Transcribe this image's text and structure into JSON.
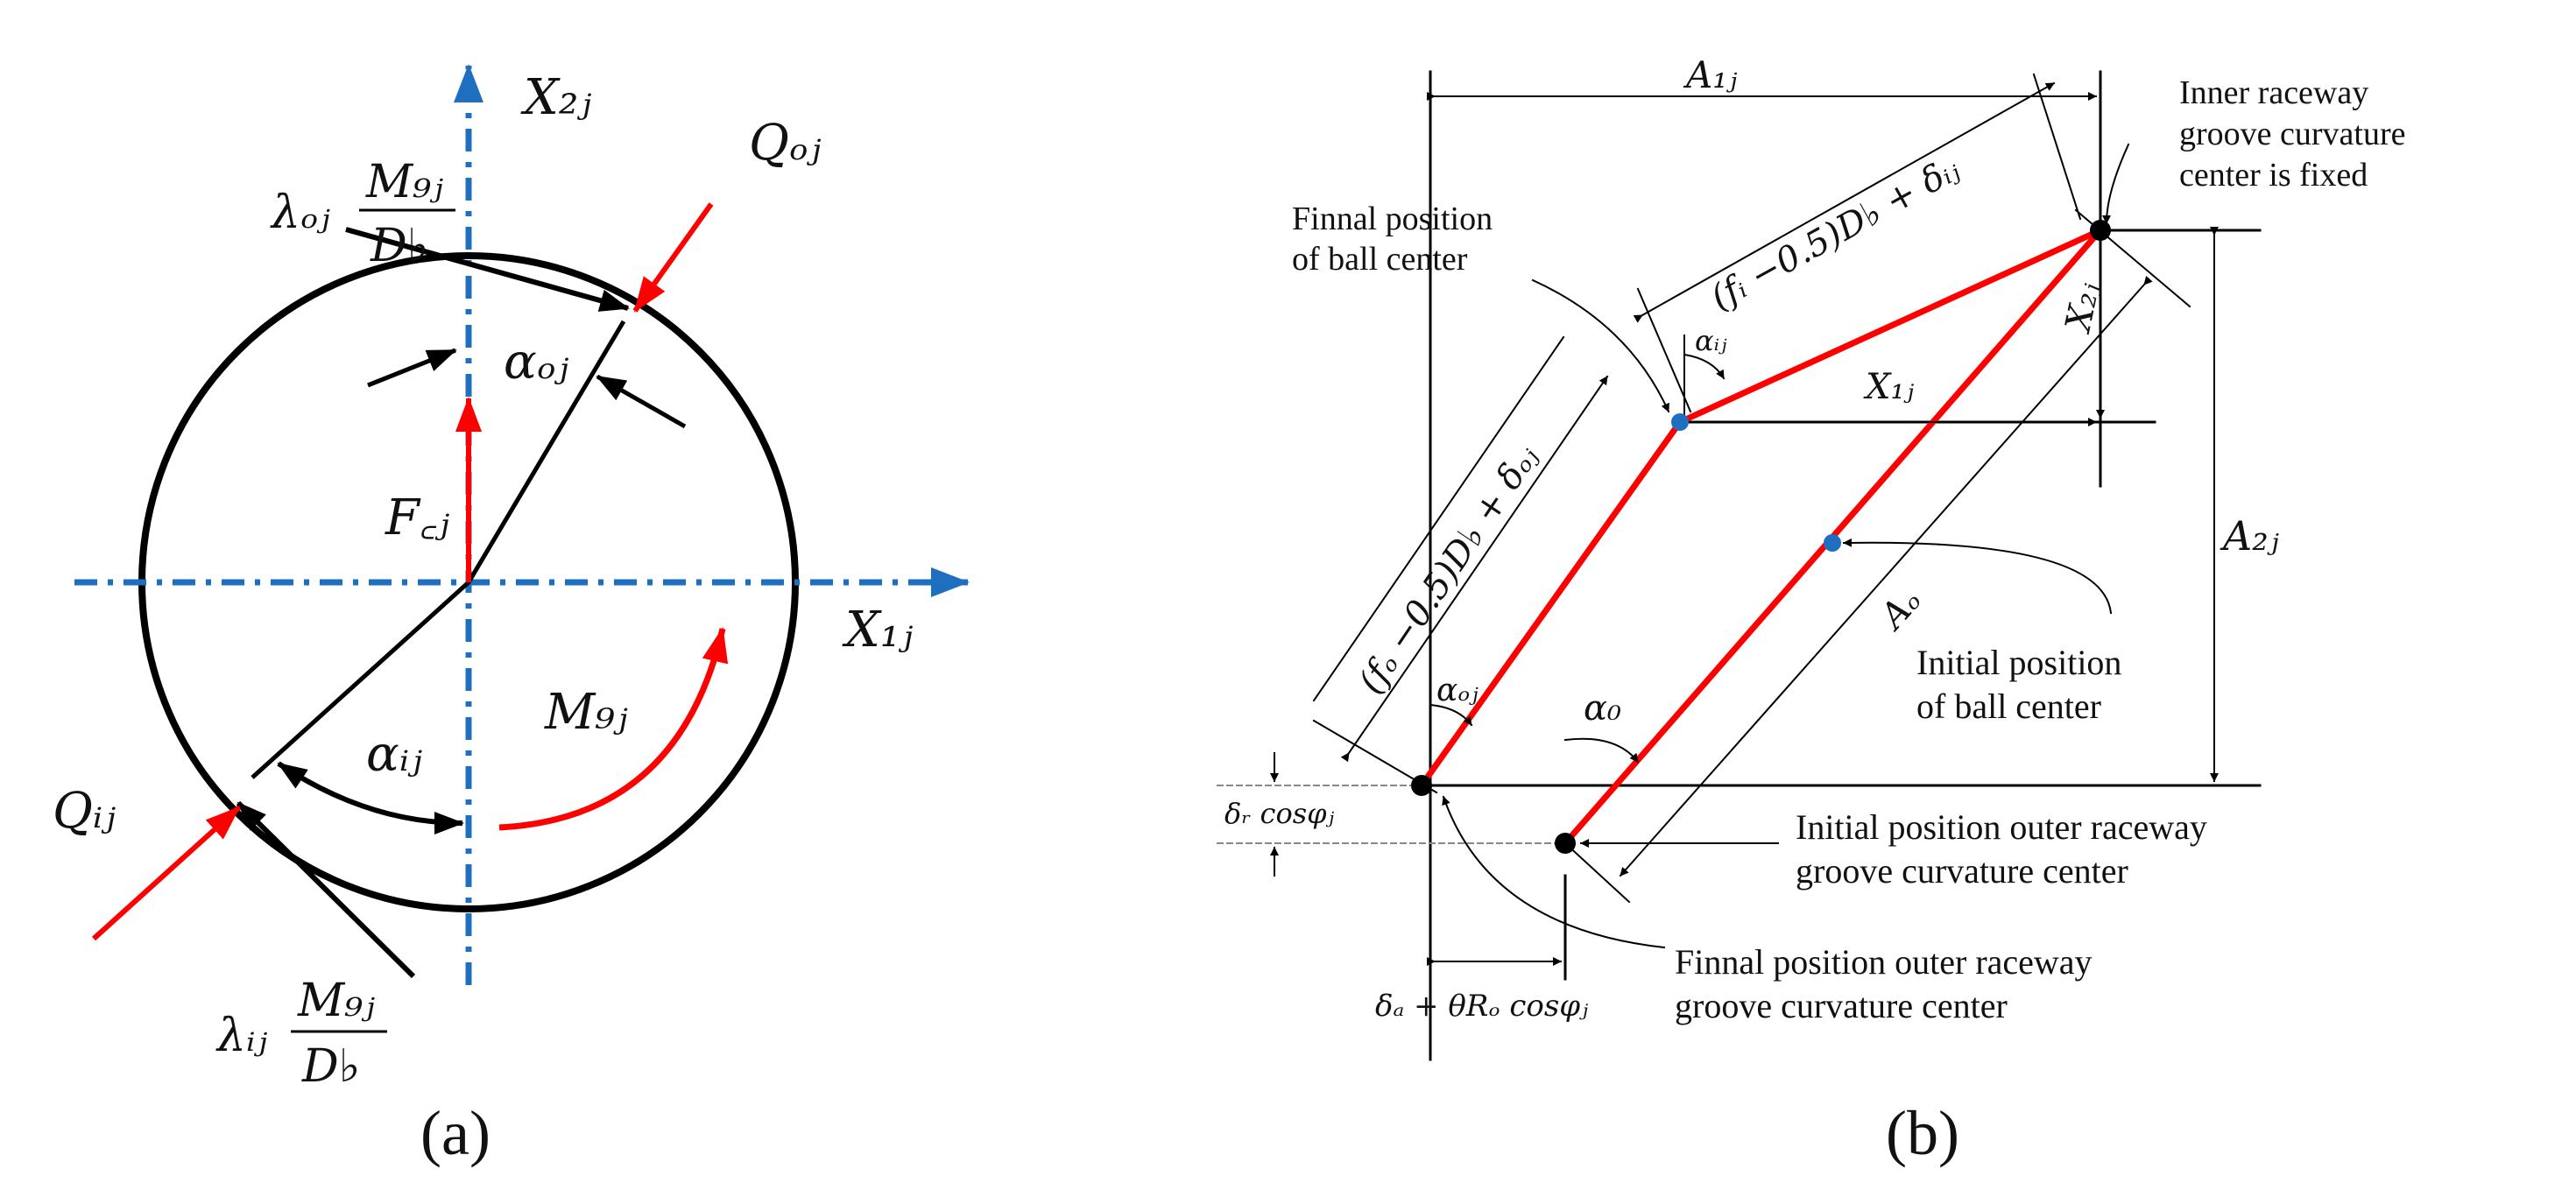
{
  "panel_a": {
    "caption": "(a)",
    "labels": {
      "x2j": "X₂ⱼ",
      "x1j": "X₁ⱼ",
      "qoj": "Qₒⱼ",
      "qij": "Qᵢⱼ",
      "fcj": "F꜀ⱼ",
      "mgj": "M₉ⱼ",
      "alpha_oj": "αₒⱼ",
      "alpha_ij": "αᵢⱼ",
      "lambda_oj": "λₒⱼ",
      "lambda_ij": "λᵢⱼ",
      "frac_num": "M₉ⱼ",
      "frac_den": "D♭"
    }
  },
  "panel_b": {
    "caption": "(b)",
    "labels": {
      "a1j": "A₁ⱼ",
      "a2j": "A₂ⱼ",
      "ao": "Aₒ",
      "x1j": "X₁ⱼ",
      "x2j": "X₂ⱼ",
      "alpha_ij": "αᵢⱼ",
      "alpha_oj": "αₒⱼ",
      "alpha_0": "α₀",
      "fi_expr": "(fᵢ −0.5)D♭ + δᵢⱼ",
      "fo_expr": "(fₒ −0.5)D♭ + δₒⱼ",
      "delta_r": "δᵣ cosφⱼ",
      "delta_a": "δₐ + θRₒ cosφⱼ"
    },
    "notes": {
      "inner_fixed": [
        "Inner raceway",
        "groove curvature",
        "center is fixed"
      ],
      "final_ball": [
        "Finnal position",
        "of ball center"
      ],
      "initial_ball": [
        "Initial position",
        "of ball center"
      ],
      "initial_outer": [
        "Initial position outer raceway",
        "groove curvature center"
      ],
      "final_outer": [
        "Finnal position outer raceway",
        "groove curvature center"
      ]
    }
  },
  "colors": {
    "axis": "#1f6fc1",
    "force": "#ff0000",
    "line": "#000000",
    "dot": "#1f6fc1"
  }
}
